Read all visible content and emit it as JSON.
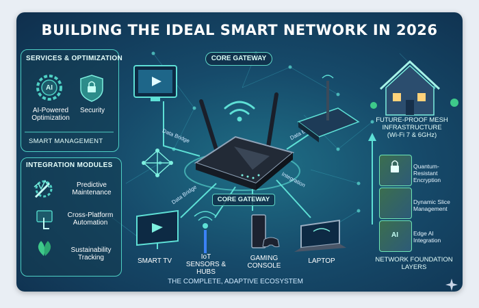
{
  "title": "BUILDING THE IDEAL SMART NETWORK IN 2026",
  "services": {
    "heading": "SERVICES & OPTIMIZATION",
    "items": [
      "AI-Powered Optimization",
      "Security"
    ],
    "ai_badge": "AI",
    "footer": "SMART MANAGEMENT"
  },
  "integration": {
    "heading": "INTEGRATION MODULES",
    "items": [
      "Predictive Maintenance",
      "Cross-Platform Automation",
      "Sustainability Tracking"
    ]
  },
  "gateway": {
    "top_label": "CORE GATEWAY",
    "bottom_label": "CORE GATEWAY",
    "links": [
      "Data Bridge",
      "Data Bridge",
      "Data Bridge",
      "Integration"
    ]
  },
  "devices": [
    "SMART TV",
    "IoT SENSORS & HUBS",
    "GAMING CONSOLE",
    "LAPTOP"
  ],
  "mesh": {
    "label": "FUTURE-PROOF MESH INFRASTRUCTURE",
    "sub": "(Wi-Fi 7 & 6GHz)"
  },
  "foundation": {
    "layers": [
      "Quantum-Resistant Encryption",
      "Dynamic Slice Management",
      "Edge AI Integration"
    ],
    "ai_badge": "AI",
    "label": "NETWORK FOUNDATION LAYERS"
  },
  "tagline": "THE COMPLETE, ADAPTIVE ECOSYSTEM",
  "colors": {
    "accent": "#4fd1c5",
    "background": "#164a6a",
    "highlight": "#c084fc"
  }
}
